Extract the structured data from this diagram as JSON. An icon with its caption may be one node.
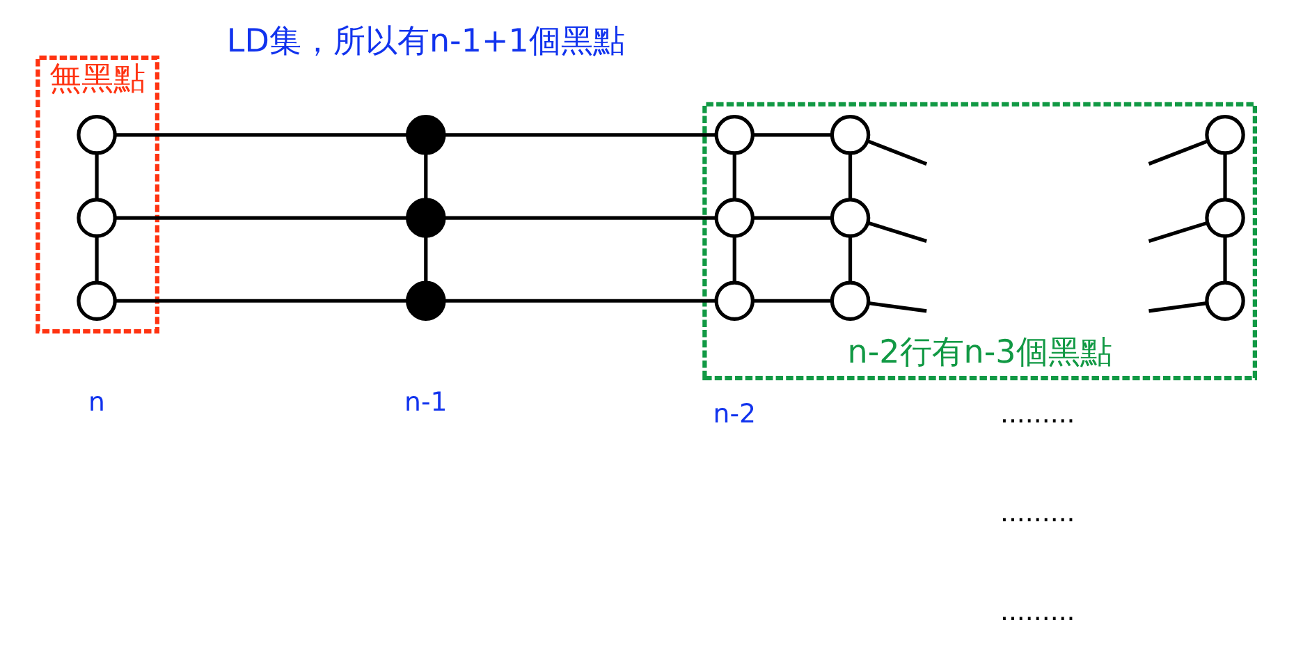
{
  "diagram": {
    "nodes": [
      {
        "text": [
          "無黑點"
        ]
      },
      {
        "text": [
          "n-2行有n-3個黑點"
        ]
      },
      {
        "text": [],
        "shape": "circle",
        "in": 0
      },
      {
        "text": [],
        "shape": "circle"
      },
      {
        "text": [],
        "shape": "circle",
        "in": 1
      },
      {
        "text": [],
        "shape": "circle",
        "in": 1
      },
      {
        "text": [],
        "shape": "circle",
        "in": 1
      },
      {
        "text": [],
        "shape": "circle",
        "in": 0
      },
      {
        "text": [],
        "shape": "circle"
      },
      {
        "text": [],
        "shape": "circle",
        "in": 1
      },
      {
        "text": [],
        "shape": "circle",
        "in": 1
      },
      {
        "text": [],
        "shape": "circle",
        "in": 1
      },
      {
        "text": [],
        "shape": "circle",
        "in": 0
      },
      {
        "text": [],
        "shape": "circle"
      },
      {
        "text": [],
        "shape": "circle",
        "in": 1
      },
      {
        "text": [],
        "shape": "circle",
        "in": 1
      },
      {
        "text": [],
        "shape": "circle",
        "in": 1
      }
    ],
    "edges": [
      {
        "from": 2,
        "to": 3,
        "arrow": "none"
      },
      {
        "from": 3,
        "to": 4,
        "arrow": "none"
      },
      {
        "from": 4,
        "to": 5,
        "arrow": "none"
      },
      {
        "from": 5,
        "to": null,
        "arrow": "none"
      },
      {
        "from": null,
        "to": 6,
        "arrow": "none"
      },
      {
        "from": 7,
        "to": 8,
        "arrow": "none"
      },
      {
        "from": 8,
        "to": 9,
        "arrow": "none"
      },
      {
        "from": 9,
        "to": 10,
        "arrow": "none"
      },
      {
        "from": 10,
        "to": null,
        "arrow": "none"
      },
      {
        "from": null,
        "to": 11,
        "arrow": "none"
      },
      {
        "from": 12,
        "to": 13,
        "arrow": "none"
      },
      {
        "from": 13,
        "to": 14,
        "arrow": "none"
      },
      {
        "from": 14,
        "to": 15,
        "arrow": "none"
      },
      {
        "from": 15,
        "to": null,
        "arrow": "none"
      },
      {
        "from": null,
        "to": 16,
        "arrow": "none"
      },
      {
        "from": 2,
        "to": 7,
        "arrow": "none"
      },
      {
        "from": 7,
        "to": 12,
        "arrow": "none"
      },
      {
        "from": 3,
        "to": 8,
        "arrow": "none"
      },
      {
        "from": 8,
        "to": 13,
        "arrow": "none"
      },
      {
        "from": 4,
        "to": 9,
        "arrow": "none"
      },
      {
        "from": 9,
        "to": 14,
        "arrow": "none"
      },
      {
        "from": 5,
        "to": 10,
        "arrow": "none"
      },
      {
        "from": 10,
        "to": 15,
        "arrow": "none"
      },
      {
        "from": 6,
        "to": 11,
        "arrow": "none"
      },
      {
        "from": 11,
        "to": 16,
        "arrow": "none"
      }
    ],
    "labels": [
      "LD集，所以有n-1+1個黑點",
      ".........",
      ".........",
      ".........",
      "n",
      "n-1",
      "n-2"
    ]
  }
}
